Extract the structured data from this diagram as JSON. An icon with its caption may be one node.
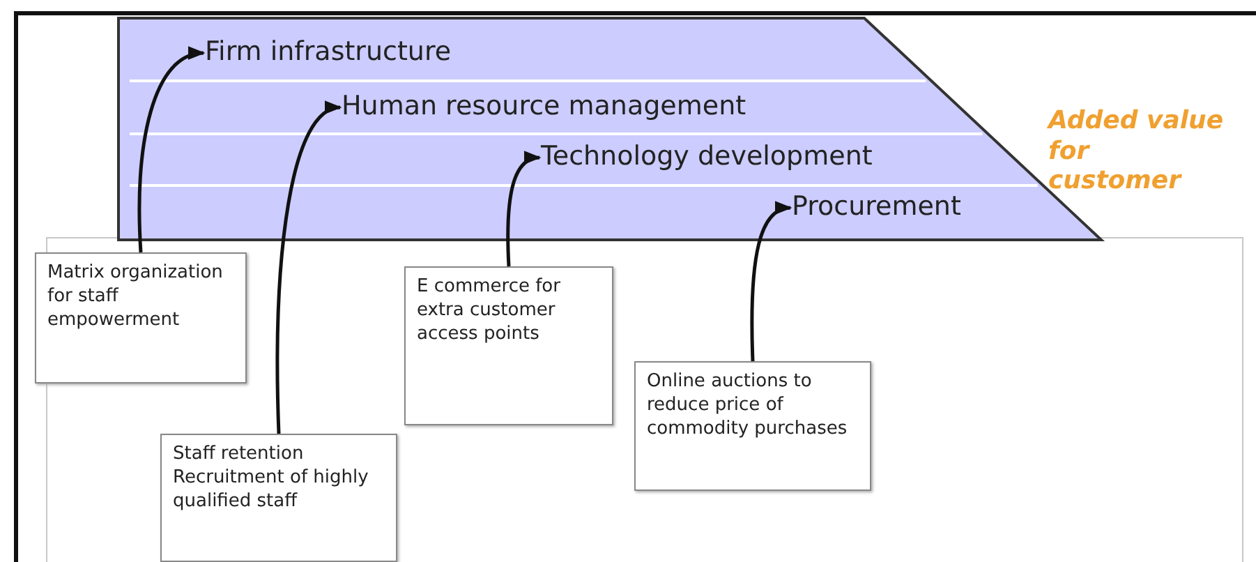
{
  "diagram": {
    "nodes": [
      {
        "text": [],
        "shape": "trapezoid"
      },
      {
        "text": [
          "Firm infrastructure"
        ],
        "in": 0
      },
      {
        "text": [
          "Human resource management"
        ],
        "in": 0
      },
      {
        "text": [
          "Technology development"
        ],
        "in": 0
      },
      {
        "text": [
          "Procurement"
        ],
        "in": 0
      },
      {
        "text": [
          "Matrix organization for staff empowerment"
        ]
      },
      {
        "text": [
          "Staff retention Recruitment of highly qualified staff"
        ]
      },
      {
        "text": [
          "E commerce for extra customer access points"
        ]
      },
      {
        "text": [
          "Online auctions to reduce price of commodity purchases"
        ]
      }
    ],
    "edges": [
      {
        "from": 5,
        "to": 1,
        "arrow": "to"
      },
      {
        "from": 6,
        "to": 2,
        "arrow": "to"
      },
      {
        "from": 7,
        "to": 3,
        "arrow": "to"
      },
      {
        "from": 8,
        "to": 4,
        "arrow": "to"
      }
    ],
    "labels": [
      "Added value for customer"
    ]
  }
}
